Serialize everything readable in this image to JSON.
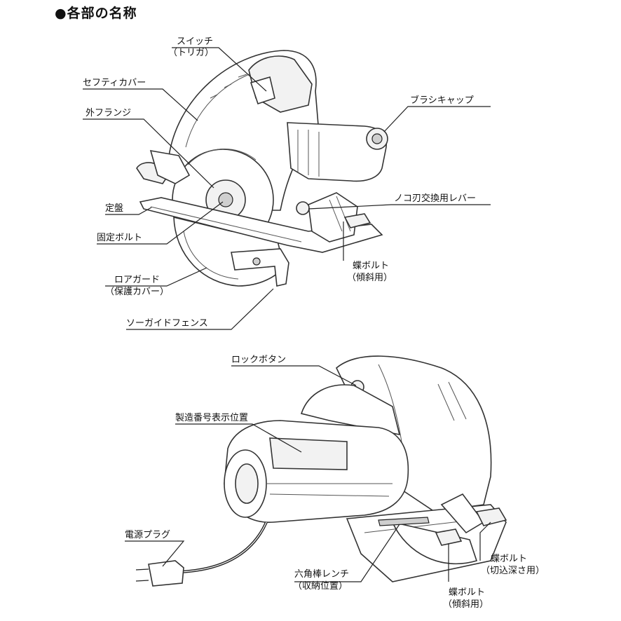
{
  "heading": "●各部の名称",
  "top_labels": {
    "switch": "スイッチ",
    "switch_sub": "（トリガ）",
    "safety_cover": "セフティカバー",
    "outer_flange": "外フランジ",
    "brush_cap": "ブラシキャップ",
    "blade_lever": "ノコ刃交換用レバー",
    "base": "定盤",
    "fixing_bolt": "固定ボルト",
    "wing_bolt_bevel": "蝶ボルト",
    "wing_bolt_bevel_sub": "（傾斜用）",
    "lower_guard": "ロアガード",
    "lower_guard_sub": "（保護カバー）",
    "saw_guide_fence": "ソーガイドフェンス"
  },
  "bottom_labels": {
    "lock_button": "ロックボタン",
    "serial_position": "製造番号表示位置",
    "power_plug": "電源プラグ",
    "hex_wrench": "六角棒レンチ",
    "hex_wrench_sub": "（収納位置）",
    "wing_bolt_depth": "蝶ボルト",
    "wing_bolt_depth_sub": "（切込深さ用）",
    "wing_bolt_bevel2": "蝶ボルト",
    "wing_bolt_bevel2_sub": "（傾斜用）"
  }
}
